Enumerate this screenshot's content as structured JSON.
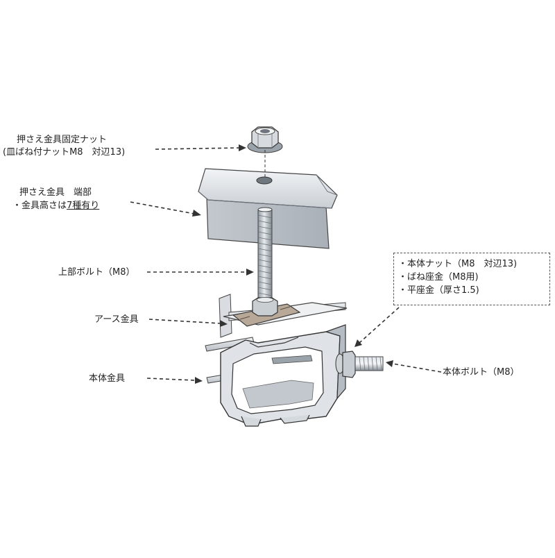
{
  "labels": {
    "nut_line1": "押さえ金具固定ナット",
    "nut_line2": "(皿ばね付ナットM8　対辺13)",
    "clamp_line1": "押さえ金具　端部",
    "clamp_line2_prefix": "・金具高さは",
    "clamp_line2_underlined": "7種有り",
    "upper_bolt": "上部ボルト（M8）",
    "earth_fitting": "アース金具",
    "body_fitting": "本体金具",
    "body_bolt": "本体ボルト（M8）",
    "spec_items": [
      "・本体ナット（M8　対辺13)",
      "・ばね座金（M8用)",
      "・平座金（厚さ1.5)"
    ]
  },
  "colors": {
    "metal_light": "#e9ecef",
    "metal_mid": "#c5cad0",
    "metal_dark": "#8b939b",
    "earth_plate": "#b6a696",
    "leader": "#333333"
  }
}
